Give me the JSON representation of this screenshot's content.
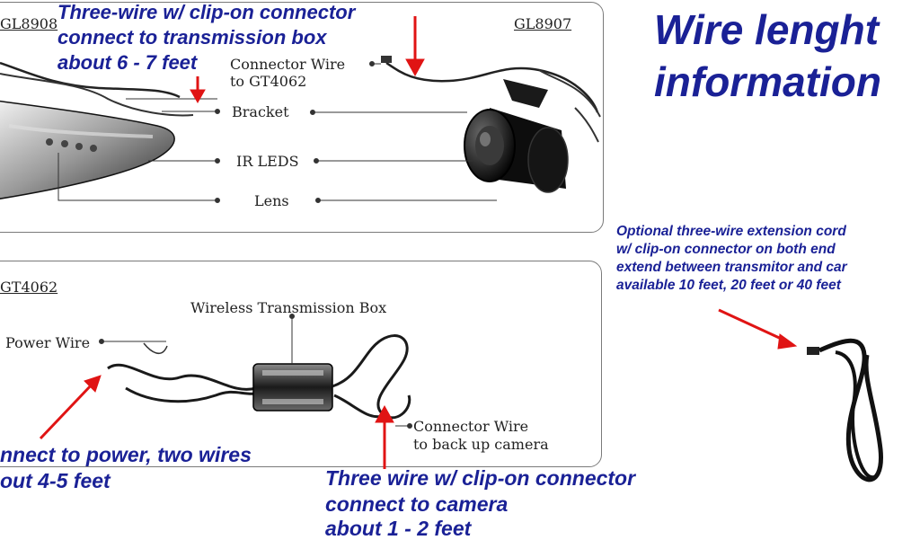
{
  "title": {
    "line1": "Wire lenght",
    "line2": "information"
  },
  "top_panel": {
    "model_left": "GL8908",
    "model_right": "GL8907",
    "labels": {
      "connector_wire_line1": "Connector Wire",
      "connector_wire_line2": "to GT4062",
      "bracket": "Bracket",
      "ir_leds": "IR LEDS",
      "lens": "Lens"
    }
  },
  "bottom_panel": {
    "model": "GT4062",
    "labels": {
      "box": "Wireless Transmission Box",
      "power_wire": "Power Wire",
      "connector_line1": "Connector Wire",
      "connector_line2": "to back up camera"
    }
  },
  "notes": {
    "top": [
      "Three-wire w/ clip-on connector",
      "connect to transmission box",
      "about 6 - 7 feet"
    ],
    "power": [
      "nnect to power, two wires",
      "out 4-5 feet"
    ],
    "camera": [
      "Three wire w/ clip-on connector",
      "connect to camera",
      "about 1 - 2 feet"
    ],
    "extension": [
      "Optional three-wire extension cord",
      "w/ clip-on connector on both end",
      "extend between transmitor and car",
      "available 10 feet, 20 feet or 40 feet"
    ]
  },
  "colors": {
    "note_blue": "#1a2196",
    "arrow_red": "#e01414",
    "panel_border": "#7a7a7a"
  },
  "icons": [
    "camera-gl8908-image",
    "camera-gl8907-image",
    "transmission-box-image",
    "extension-cord-image"
  ]
}
